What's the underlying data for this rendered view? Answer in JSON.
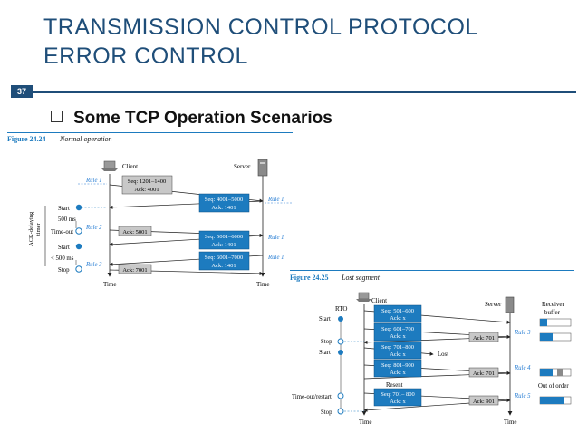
{
  "slide": {
    "title_line1": "TRANSMISSION CONTROL PROTOCOL",
    "title_line2": "ERROR CONTROL",
    "number": "37",
    "bullet": "Some TCP Operation Scenarios"
  },
  "fig1": {
    "label": "Figure 24.24",
    "caption": "Normal operation",
    "client": "Client",
    "server": "Server",
    "time": "Time",
    "timer_label1": "ACK-delaying",
    "timer_label2": "timer",
    "left_labels": [
      "Start",
      "500 ms",
      "Time-out",
      "Start",
      "< 500 ms",
      "Stop"
    ],
    "rules_left": [
      "Rule 1",
      "Rule 2",
      "Rule 3"
    ],
    "rules_right": [
      "Rule 1",
      "Rule 1",
      "Rule 1"
    ],
    "seg_c1a": "Seq: 1201–1400",
    "seg_c1b": "Ack: 4001",
    "seg_s1a": "Seq: 4001–5000",
    "seg_s1b": "Ack: 1401",
    "seg_c2": "Ack: 5001",
    "seg_s2a": "Seq: 5001–6000",
    "seg_s2b": "Ack: 1401",
    "seg_s3a": "Seq: 6001–7000",
    "seg_s3b": "Ack: 1401",
    "seg_c3": "Ack: 7001"
  },
  "fig2": {
    "label": "Figure 24.25",
    "caption": "Lost segment",
    "client": "Client",
    "server": "Server",
    "receiver": "Receiver",
    "buffer": "buffer",
    "rto": "RTO",
    "time": "Time",
    "left_labels": [
      "Start",
      "Stop",
      "Start",
      "Time-out/restart",
      "Stop"
    ],
    "seg1a": "Seq: 501–600",
    "seg1b": "Ack: x",
    "seg2a": "Seq: 601–700",
    "seg2b": "Ack: x",
    "seg3a": "Seq: 701–800",
    "seg3b": "Ack: x",
    "seg4a": "Seq: 801–900",
    "seg4b": "Ack: x",
    "resent": "Resent",
    "seg5a": "Seq: 701– 800",
    "seg5b": "Ack: x",
    "lost": "Lost",
    "ack1": "Ack: 701",
    "ack2": "Ack: 701",
    "ack3": "Ack: 901",
    "rules": [
      "Rule 3",
      "Rule 4",
      "Rule 5"
    ],
    "out_of_order": "Out of order"
  },
  "colors": {
    "title": "#1f4e79",
    "segment": "#1d7bbf",
    "rule": "#2a7fd4",
    "grey_seg": "#c8c8c8"
  }
}
